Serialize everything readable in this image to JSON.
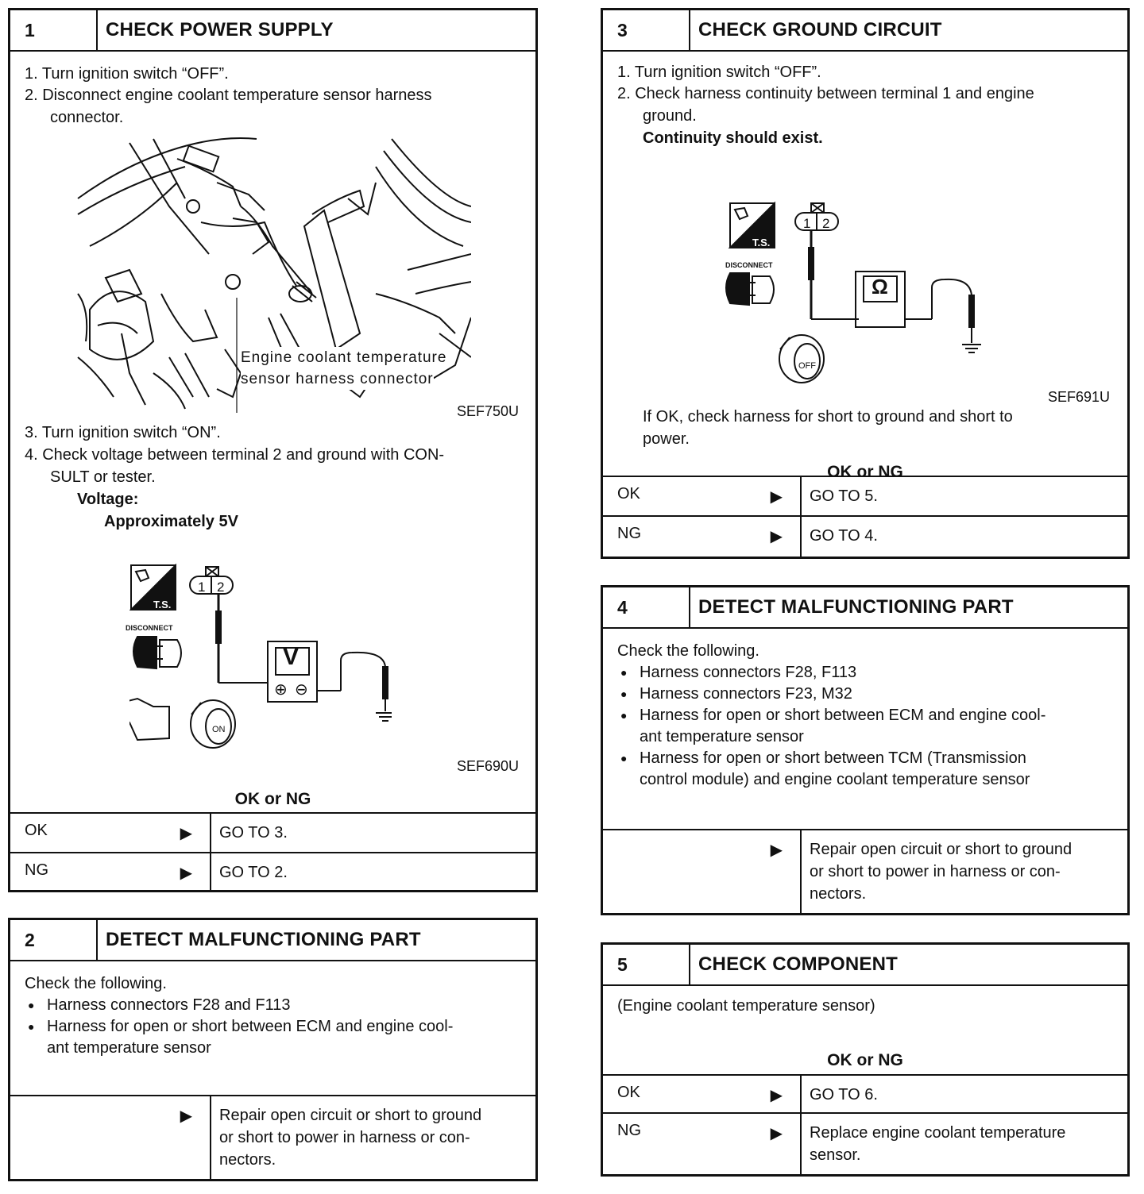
{
  "box1": {
    "num": "1",
    "title": "CHECK POWER SUPPLY",
    "step1": "1.  Turn ignition switch “OFF”.",
    "step2a": "2.  Disconnect engine coolant temperature sensor harness",
    "step2b": "connector.",
    "fig1_label_a": "Engine coolant temperature",
    "fig1_label_b": "sensor harness connector",
    "fig1_code": "SEF750U",
    "step3": "3.  Turn ignition switch “ON”.",
    "step4a": "4.  Check voltage between terminal 2 and ground with CON-",
    "step4b": "SULT or tester.",
    "voltage_label": "Voltage:",
    "voltage_value": "Approximately 5V",
    "fig2_code": "SEF690U",
    "okng": "OK or NG",
    "rows": [
      {
        "l": "OK",
        "r": "GO TO 3."
      },
      {
        "l": "NG",
        "r": "GO TO 2."
      }
    ]
  },
  "box2": {
    "num": "2",
    "title": "DETECT MALFUNCTIONING PART",
    "intro": "Check the following.",
    "bullets": [
      "Harness connectors F28 and F113",
      "Harness for open or short between ECM and engine cool-",
      "ant temperature sensor"
    ],
    "result": [
      "Repair open circuit or short to ground",
      "or short to power in harness or con-",
      "nectors."
    ]
  },
  "box3": {
    "num": "3",
    "title": "CHECK GROUND CIRCUIT",
    "step1": "1.  Turn ignition switch “OFF”.",
    "step2a": "2.  Check harness continuity between terminal 1 and engine",
    "step2b": "ground.",
    "step2c": "Continuity should exist.",
    "fig_code": "SEF691U",
    "note_a": "If OK, check harness for short to ground and short to",
    "note_b": "power.",
    "okng": "OK or NG",
    "rows": [
      {
        "l": "OK",
        "r": "GO TO 5."
      },
      {
        "l": "NG",
        "r": "GO TO 4."
      }
    ]
  },
  "box4": {
    "num": "4",
    "title": "DETECT MALFUNCTIONING PART",
    "intro": "Check the following.",
    "bullets": [
      "Harness connectors F28, F113",
      "Harness connectors F23, M32",
      "Harness for open or short between ECM and engine cool-",
      "ant temperature sensor",
      "Harness for open or short between TCM (Transmission",
      "control module) and engine coolant temperature sensor"
    ],
    "result": [
      "Repair open circuit or short to ground",
      "or short to power in harness or con-",
      "nectors."
    ]
  },
  "box5": {
    "num": "5",
    "title": "CHECK COMPONENT",
    "sub": "(Engine coolant temperature sensor)",
    "okng": "OK or NG",
    "rows": [
      {
        "l": "OK",
        "r": [
          "GO TO 6."
        ]
      },
      {
        "l": "NG",
        "r": [
          "Replace engine coolant temperature",
          "sensor."
        ]
      }
    ]
  },
  "icons": {
    "ts": "T.S.",
    "disconnect": "DISCONNECT",
    "terminal_1": "1",
    "terminal_2": "2",
    "voltmeter": "V",
    "ohmmeter": "Ω",
    "key_on": "ON",
    "key_off": "OFF",
    "plus": "⊕",
    "minus": "⊖"
  },
  "arrow": "▶"
}
